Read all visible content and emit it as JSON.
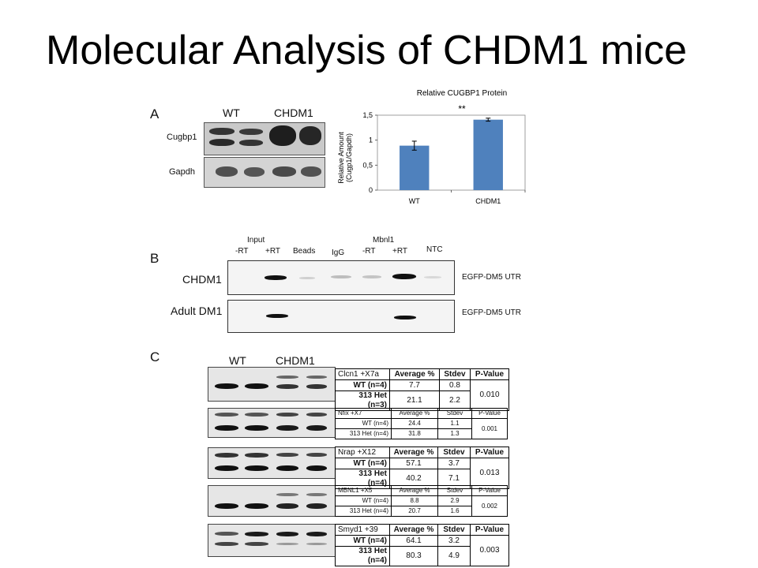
{
  "title": "Molecular Analysis of CHDM1 mice",
  "panelA": {
    "letter": "A",
    "wt": "WT",
    "chdm1": "CHDM1",
    "row1": "Cugbp1",
    "row2": "Gapdh"
  },
  "chart_data": {
    "type": "bar",
    "title": "Relative CUGBP1 Protein",
    "ylabel": "Relative Amount (Cugp1/Gapdh)",
    "ylabel_line1": "Relative Amount",
    "ylabel_line2": "(Cugp1/Gapdh)",
    "categories": [
      "WT",
      "CHDM1"
    ],
    "values": [
      0.89,
      1.41
    ],
    "errors": [
      0.09,
      0.03
    ],
    "ylim": [
      0,
      1.5
    ],
    "yticks": [
      "0",
      "0,5",
      "1",
      "1,5"
    ],
    "significance": "**",
    "bar_color": "#4f81bd"
  },
  "panelB": {
    "letter": "B",
    "input": "Input",
    "mbnl1": "Mbnl1",
    "rt_minus": "-RT",
    "rt_plus": "+RT",
    "beads": "Beads",
    "igg": "IgG",
    "ntc": "NTC",
    "row1": "CHDM1",
    "row2": "Adult DM1",
    "target": "EGFP-DM5 UTR"
  },
  "panelC": {
    "letter": "C",
    "wt": "WT",
    "chdm1": "CHDM1",
    "tables": [
      {
        "name": "Clcn1 +X7a",
        "h1": "Average %",
        "h2": "Stdev",
        "h3": "P-Value",
        "r1": "WT (n=4)",
        "r1a": "7.7",
        "r1s": "0.8",
        "r2": "313 Het (n=3)",
        "r2a": "21.1",
        "r2s": "2.2",
        "p": "0.010"
      },
      {
        "name": "Nfix +X7",
        "h1": "Average %",
        "h2": "Stdev",
        "h3": "P-Value",
        "r1": "WT (n=4)",
        "r1a": "24.4",
        "r1s": "1.1",
        "r2": "313 Het (n=4)",
        "r2a": "31.8",
        "r2s": "1.3",
        "p": "0.001"
      },
      {
        "name": "Nrap +X12",
        "h1": "Average %",
        "h2": "Stdev",
        "h3": "P-Value",
        "r1": "WT (n=4)",
        "r1a": "57.1",
        "r1s": "3.7",
        "r2": "313 Het (n=4)",
        "r2a": "40.2",
        "r2s": "7.1",
        "p": "0.013"
      },
      {
        "name": "MBNL1 +X5",
        "h1": "Average %",
        "h2": "Stdev",
        "h3": "P-Value",
        "r1": "WT (n=4)",
        "r1a": "8.8",
        "r1s": "2.9",
        "r2": "313 Het (n=4)",
        "r2a": "20.7",
        "r2s": "1.6",
        "p": "0.002"
      },
      {
        "name": "Smyd1 +39",
        "h1": "Average %",
        "h2": "Stdev",
        "h3": "P-Value",
        "r1": "WT (n=4)",
        "r1a": "64.1",
        "r1s": "3.2",
        "r2": "313 Het (n=4)",
        "r2a": "80.3",
        "r2s": "4.9",
        "p": "0.003"
      }
    ]
  }
}
